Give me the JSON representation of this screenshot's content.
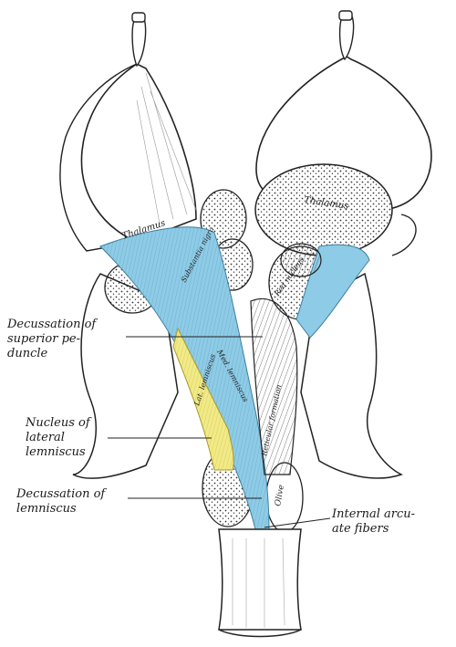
{
  "colors": {
    "background": "#ffffff",
    "ink": "#1f1f1f",
    "medial_lemniscus": "#8ecbe6",
    "lateral_lemniscus": "#f2ea86"
  },
  "labels": {
    "decussation_superior_peduncle": "Decussation of\nsuperior pe-\nduncle",
    "nucleus_lateral_lemniscus": "Nucleus of\nlateral\nlemniscus",
    "decussation_lemniscus": "Decussation of\nlemniscus",
    "internal_arcuate_fibers": "Internal arcu-\nate fibers"
  },
  "structure_text": {
    "thalamus_left": "Thalamus",
    "thalamus_right": "Thalamus",
    "substantia_nigra": "Substantia nigra",
    "med_lemniscus": "Med. lemniscus",
    "lat_lemniscus": "Lat. lemniscus",
    "red_nucleus": "Red nucleus",
    "reticular_formation": "Reticular formation",
    "olive": "Olive"
  }
}
